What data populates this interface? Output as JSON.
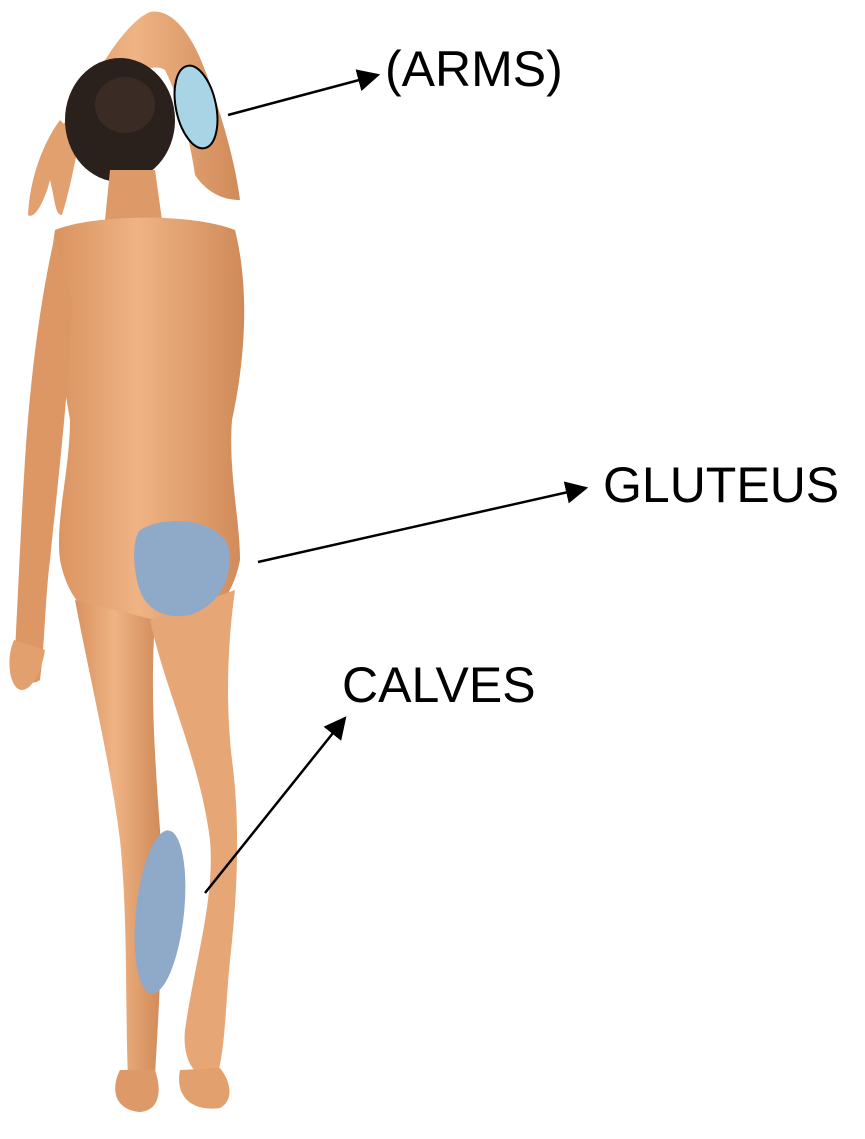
{
  "labels": {
    "arms": "(ARMS)",
    "gluteus": "GLUTEUS",
    "calves": "CALVES"
  },
  "colors": {
    "background": "#ffffff",
    "skin": "#e8a677",
    "skin_shadow": "#c98657",
    "hair": "#2b211c",
    "arms_zone": "#a9d4e6",
    "gluteus_zone": "#8fa9c8",
    "calves_zone": "#8fa9c8",
    "arrow": "#000000"
  }
}
